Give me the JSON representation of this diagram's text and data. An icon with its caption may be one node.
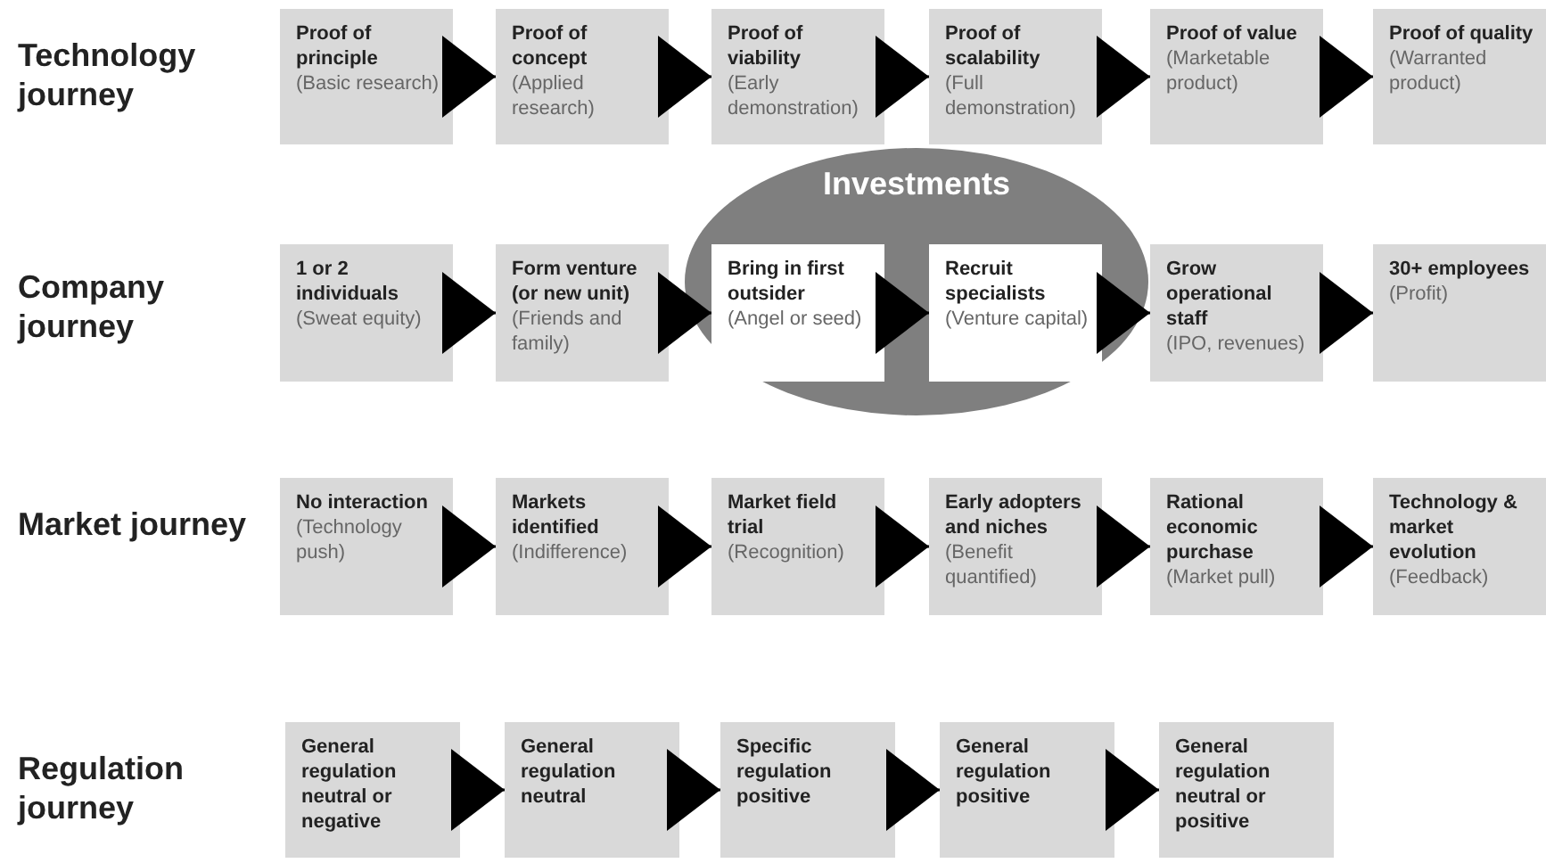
{
  "diagram": {
    "nodes": [
      {
        "text": [
          "Proof of principle",
          "(Basic research)"
        ]
      },
      {
        "text": [
          "Proof of concept",
          "(Applied research)"
        ]
      },
      {
        "text": [
          "Proof of viability",
          "(Early demonstration)"
        ]
      },
      {
        "text": [
          "Proof of scalability",
          "(Full demonstration)"
        ]
      },
      {
        "text": [
          "Proof of value",
          "(Marketable product)"
        ]
      },
      {
        "text": [
          "Proof of quality",
          "(Warranted product)"
        ]
      },
      {
        "text": [
          "1 or 2 individuals",
          "(Sweat equity)"
        ]
      },
      {
        "text": [
          "Form venture (or new unit)",
          "(Friends and family)"
        ]
      },
      {
        "text": [
          "Investments"
        ]
      },
      {
        "text": [
          "Bring in first outsider",
          "(Angel or seed)"
        ],
        "in": 8
      },
      {
        "text": [
          "Recruit specialists",
          "(Venture capital)"
        ],
        "in": 8
      },
      {
        "text": [
          "Grow operational staff",
          "(IPO, revenues)"
        ]
      },
      {
        "text": [
          "30+ employees",
          "(Profit)"
        ]
      },
      {
        "text": [
          "No interaction",
          "(Technology push)"
        ]
      },
      {
        "text": [
          "Markets identified",
          "(Indifference)"
        ]
      },
      {
        "text": [
          "Market field trial",
          "(Recognition)"
        ]
      },
      {
        "text": [
          "Early adopters and niches",
          "(Benefit quantified)"
        ]
      },
      {
        "text": [
          "Rational economic purchase",
          "(Market pull)"
        ]
      },
      {
        "text": [
          "Technology & market evolution",
          "(Feedback)"
        ]
      },
      {
        "text": [
          "General regulation neutral or negative"
        ]
      },
      {
        "text": [
          "General regulation neutral"
        ]
      },
      {
        "text": [
          "Specific regulation positive"
        ]
      },
      {
        "text": [
          "General regulation positive"
        ]
      },
      {
        "text": [
          "General regulation neutral or positive"
        ]
      }
    ],
    "edges": [
      {
        "from": 0,
        "to": 1,
        "arrow": "to"
      },
      {
        "from": 1,
        "to": 2,
        "arrow": "to"
      },
      {
        "from": 2,
        "to": 3,
        "arrow": "to"
      },
      {
        "from": 3,
        "to": 4,
        "arrow": "to"
      },
      {
        "from": 4,
        "to": 5,
        "arrow": "to"
      },
      {
        "from": 6,
        "to": 7,
        "arrow": "to"
      },
      {
        "from": 7,
        "to": 9,
        "arrow": "to"
      },
      {
        "from": 9,
        "to": 10,
        "arrow": "to"
      },
      {
        "from": 10,
        "to": 11,
        "arrow": "to"
      },
      {
        "from": 11,
        "to": 12,
        "arrow": "to"
      },
      {
        "from": 13,
        "to": 14,
        "arrow": "to"
      },
      {
        "from": 14,
        "to": 15,
        "arrow": "to"
      },
      {
        "from": 15,
        "to": 16,
        "arrow": "to"
      },
      {
        "from": 16,
        "to": 17,
        "arrow": "to"
      },
      {
        "from": 17,
        "to": 18,
        "arrow": "to"
      },
      {
        "from": 19,
        "to": 20,
        "arrow": "to"
      },
      {
        "from": 20,
        "to": 21,
        "arrow": "to"
      },
      {
        "from": 21,
        "to": 22,
        "arrow": "to"
      },
      {
        "from": 22,
        "to": 23,
        "arrow": "to"
      }
    ],
    "labels": [
      "Technology journey",
      "Company journey",
      "Market journey",
      "Regulation journey"
    ]
  }
}
